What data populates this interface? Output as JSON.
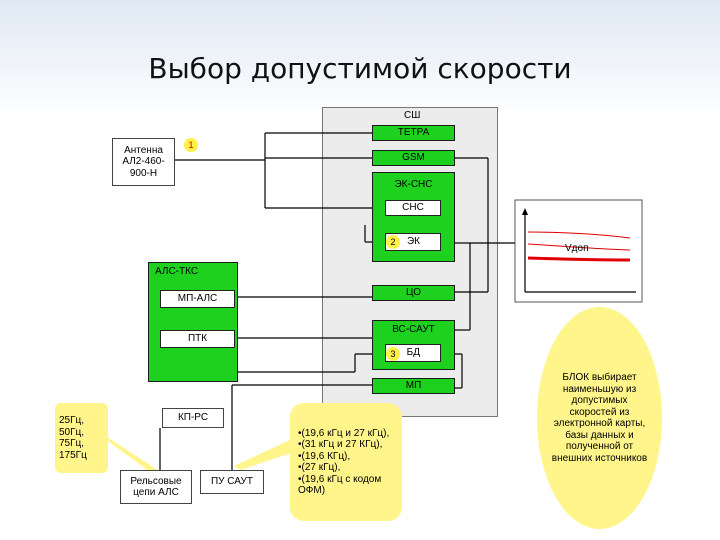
{
  "title": "Выбор допустимой скорости",
  "antenna": {
    "label": "Антенна АЛ2-460-900-Н",
    "badge": "1"
  },
  "right_column": {
    "ssh": "СШ",
    "tetra": "ТЕТРА",
    "gsm": "GSM",
    "ek_sns": "ЭК-СНС",
    "sns": "СНС",
    "ek_badge": "2",
    "ek": "ЭК",
    "tso": "ЦО",
    "vs_saut": "ВС-САУТ",
    "bd_badge": "3",
    "bd": "БД",
    "mp": "МП"
  },
  "left_column": {
    "als_tks": "АЛС-ТКС",
    "mp_als": "МП-АЛС",
    "ptk": "ПТК"
  },
  "bottom": {
    "kp_rs": "КП-РС",
    "rails": "Рельсовые цепи АЛС",
    "pu_saut": "ПУ САУТ",
    "freq_note": "25Гц, 50Гц, 75Гц, 175Гц",
    "callout_lines": [
      "•(19,6 кГц и 27 кГц),",
      "•(31 кГц и 27 КГц),",
      "•(19,6 КГц),",
      "•(27 кГц),",
      "•(19,6 кГц с кодом ОФМ)"
    ]
  },
  "graph": {
    "label": "Vдоп"
  },
  "ellipse_note": "БЛОК выбирает наименьшую из допустимых скоростей из электронной карты, базы данных и полученной от внешних источников",
  "colors": {
    "green": "#1fd11f",
    "yellow": "#fff58a",
    "red_line": "#e00000"
  }
}
